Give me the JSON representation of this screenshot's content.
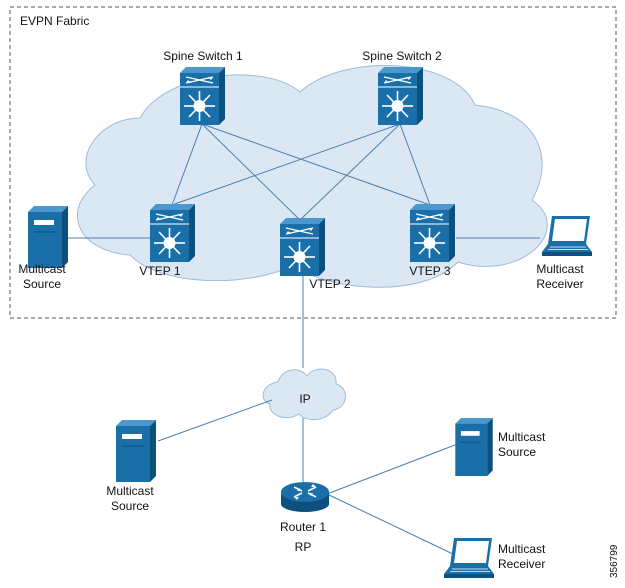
{
  "fabric": {
    "label": "EVPN Fabric"
  },
  "nodes": {
    "spine1": {
      "label": "Spine Switch 1",
      "type": "multilayer-switch-icon"
    },
    "spine2": {
      "label": "Spine Switch 2",
      "type": "multilayer-switch-icon"
    },
    "vtep1": {
      "label": "VTEP 1",
      "type": "multilayer-switch-icon"
    },
    "vtep2": {
      "label": "VTEP 2",
      "type": "multilayer-switch-icon"
    },
    "vtep3": {
      "label": "VTEP 3",
      "type": "multilayer-switch-icon"
    },
    "source1": {
      "label_line1": "Multicast",
      "label_line2": "Source",
      "type": "server-icon"
    },
    "receiver1": {
      "label_line1": "Multicast",
      "label_line2": "Receiver",
      "type": "laptop-icon"
    },
    "ip_cloud": {
      "label": "IP",
      "type": "cloud-icon"
    },
    "source2": {
      "label_line1": "Multicast",
      "label_line2": "Source",
      "type": "server-icon"
    },
    "router1": {
      "label_line1": "Router 1",
      "label_line2": "RP",
      "type": "router-icon"
    },
    "source3": {
      "label_line1": "Multicast",
      "label_line2": "Source",
      "type": "server-icon"
    },
    "receiver2": {
      "label_line1": "Multicast",
      "label_line2": "Receiver",
      "type": "laptop-icon"
    }
  },
  "figure_id": "356799",
  "colors": {
    "device_blue": "#1a6fa8",
    "device_dark": "#0d4f7d",
    "link_blue": "#4a7fb0",
    "cloud_fill": "#dbe8f4",
    "cloud_stroke": "#9dbcd8"
  }
}
